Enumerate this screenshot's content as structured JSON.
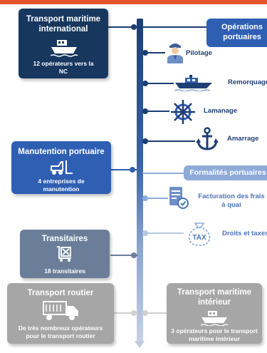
{
  "colors": {
    "accent_bar": "#e8542f",
    "navy": "#17375e",
    "blue": "#2f5fb3",
    "slate": "#6b7e99",
    "gray": "#a6a6a6",
    "light_blue": "#8eaad8",
    "label_dark": "#1e3f74",
    "label_mid": "#4a74b8"
  },
  "left": {
    "maritime": {
      "title": "Transport maritime international",
      "sub": "12 opérateurs vers la NC",
      "icon": "ship-icon"
    },
    "handling": {
      "title": "Manutention portuaire",
      "sub": "4 entreprises de manutention",
      "icon": "forklift-icon"
    },
    "forwarders": {
      "title": "Transitaires",
      "sub": "18 transitaires",
      "icon": "customs-cart-icon"
    },
    "road": {
      "title": "Transport routier",
      "sub": "De très nombreux opérateurs pour le transport routier",
      "icon": "truck-icon"
    }
  },
  "right": {
    "port_ops": {
      "title": "Opérations portuaires"
    },
    "pilotage": {
      "label": "Pilotage",
      "icon": "pilot-icon"
    },
    "towing": {
      "label": "Remorquage",
      "icon": "tugboat-icon"
    },
    "mooring_lines": {
      "label": "Lamanage",
      "icon": "ship-wheel-icon"
    },
    "mooring": {
      "label": "Amarrage",
      "icon": "anchor-icon"
    },
    "formalities": {
      "title": "Formalités portuaires"
    },
    "billing": {
      "label": "Facturation des frais à quai",
      "icon": "invoice-icon"
    },
    "taxes": {
      "label": "Droits et taxes",
      "icon": "tax-bag-icon"
    },
    "inland": {
      "title": "Transport maritime intérieur",
      "sub": "3 opérateurs pour le transport maritime intérieur",
      "icon": "ship-icon"
    }
  }
}
